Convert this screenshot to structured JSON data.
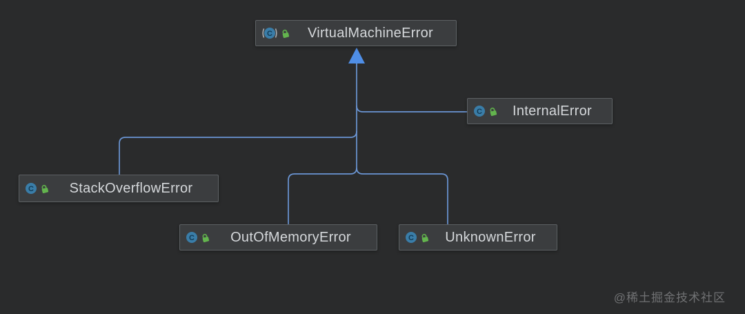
{
  "diagram": {
    "type": "uml-class-inheritance",
    "nodes": {
      "vm": {
        "label": "VirtualMachineError",
        "kind": "abstract class",
        "icons": [
          "abstract-class-icon",
          "lock-icon"
        ]
      },
      "internal": {
        "label": "InternalError",
        "kind": "class",
        "icons": [
          "class-icon",
          "lock-icon"
        ]
      },
      "so": {
        "label": "StackOverflowError",
        "kind": "class",
        "icons": [
          "class-icon",
          "lock-icon"
        ]
      },
      "oom": {
        "label": "OutOfMemoryError",
        "kind": "class",
        "icons": [
          "class-icon",
          "lock-icon"
        ]
      },
      "unknown": {
        "label": "UnknownError",
        "kind": "class",
        "icons": [
          "class-icon",
          "lock-icon"
        ]
      }
    },
    "relations": [
      {
        "child": "InternalError",
        "parent": "VirtualMachineError",
        "type": "extends"
      },
      {
        "child": "StackOverflowError",
        "parent": "VirtualMachineError",
        "type": "extends"
      },
      {
        "child": "OutOfMemoryError",
        "parent": "VirtualMachineError",
        "type": "extends"
      },
      {
        "child": "UnknownError",
        "parent": "VirtualMachineError",
        "type": "extends"
      }
    ],
    "colors": {
      "canvas_background": "#2a2b2c",
      "node_background": "#3b3d3f",
      "node_border": "#5d6164",
      "node_text": "#d5d8db",
      "edge": "#6b96d5",
      "arrow": "#4f8ee6",
      "class_icon_circle": "#3a7da8",
      "class_icon_letter": "#123a54",
      "lock_icon": "#5fae4b"
    }
  },
  "watermark": {
    "text": "@稀土掘金技术社区"
  }
}
